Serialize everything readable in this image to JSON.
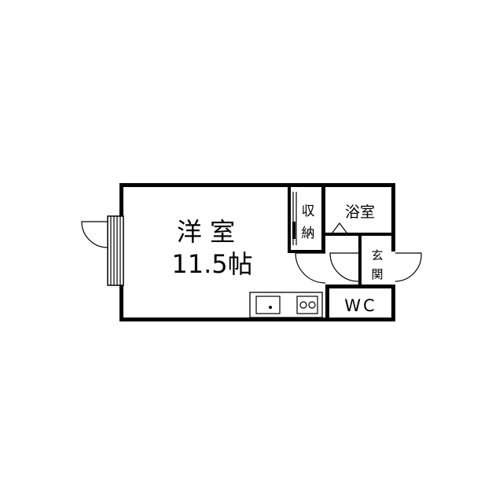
{
  "rooms": {
    "western_room": {
      "name": "洋 室",
      "size": "11.5帖"
    },
    "storage": {
      "line1": "収",
      "line2": "納"
    },
    "bathroom": {
      "name": "浴室"
    },
    "entrance": {
      "line1": "玄",
      "line2": "関"
    },
    "toilet": {
      "name": "WC"
    }
  },
  "colors": {
    "wall": "#000000",
    "background": "#ffffff"
  }
}
